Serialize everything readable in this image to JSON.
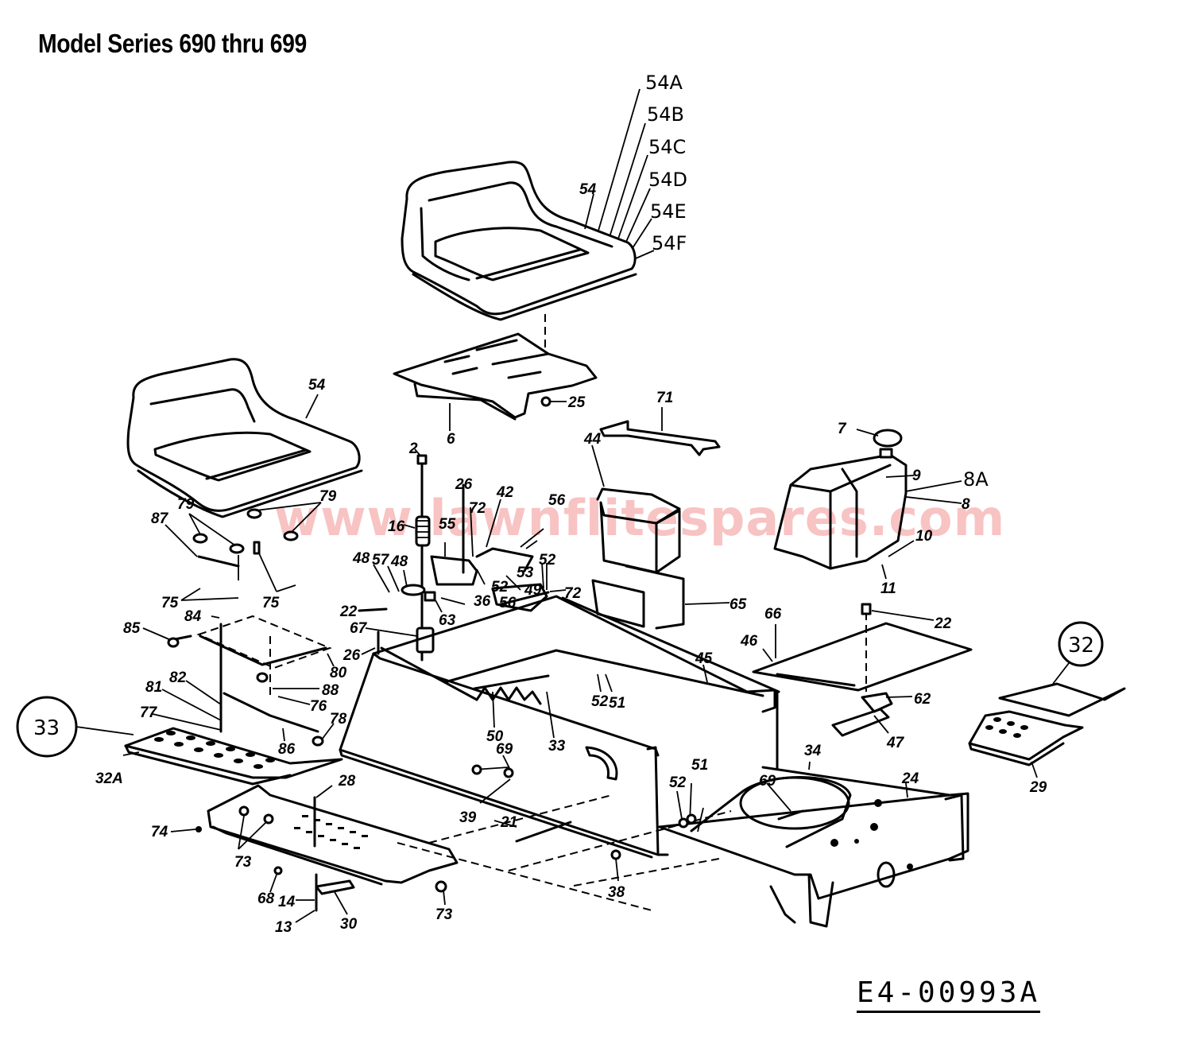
{
  "header": {
    "title": "Model Series 690 thru 699"
  },
  "footer": {
    "drawing_number": "E4-00993A"
  },
  "watermark": {
    "text": "www.lawnflitespares.com",
    "color": "#f4a0a0"
  },
  "callouts": {
    "assembly_33": "33",
    "assembly_32": "32"
  },
  "seat_variants": [
    "54A",
    "54B",
    "54C",
    "54D",
    "54E",
    "54F"
  ],
  "labels": {
    "seat_top": "54",
    "seat_left": "54",
    "seat_bracket": "6",
    "seat_bolt": "25",
    "battery_strap": "71",
    "battery": "44",
    "battery_box": "65",
    "fuel_cap": "7",
    "fuel_tank": "8",
    "fuel_tank_alt": "8A",
    "tank_part_9": "9",
    "tank_part_10": "10",
    "tank_part_11": "11",
    "bolt_2": "2",
    "spring_16": "16",
    "part_26_upper": "26",
    "part_42": "42",
    "part_56_upper": "56",
    "part_55": "55",
    "part_72_upper": "72",
    "part_53": "53",
    "part_52_a": "52",
    "part_52_b": "52",
    "part_48_a": "48",
    "part_57": "57",
    "part_48_b": "48",
    "part_36": "36",
    "part_63": "63",
    "part_56_lower": "56",
    "part_49": "49",
    "part_72_lower": "72",
    "part_22_left": "22",
    "part_67": "67",
    "part_26_lower": "26",
    "part_79_a": "79",
    "part_79_b": "79",
    "part_87": "87",
    "part_75_a": "75",
    "part_75_b": "75",
    "part_84": "84",
    "part_85": "85",
    "part_80": "80",
    "part_88": "88",
    "part_76": "76",
    "part_82": "82",
    "part_81": "81",
    "part_77": "77",
    "part_78": "78",
    "part_86": "86",
    "part_32A": "32A",
    "part_45": "45",
    "part_46": "46",
    "part_66": "66",
    "part_22_right": "22",
    "part_62": "62",
    "part_47": "47",
    "part_52_c": "52",
    "part_51_a": "51",
    "part_50": "50",
    "part_33_rack": "33",
    "part_69_a": "69",
    "part_39": "39",
    "part_21": "21",
    "part_28": "28",
    "part_74": "74",
    "part_73_a": "73",
    "part_68": "68",
    "part_14": "14",
    "part_13": "13",
    "part_30": "30",
    "part_73_b": "73",
    "part_38": "38",
    "part_52_d": "52",
    "part_51_b": "51",
    "part_69_b": "69",
    "part_34": "34",
    "part_24": "24",
    "part_29": "29"
  }
}
